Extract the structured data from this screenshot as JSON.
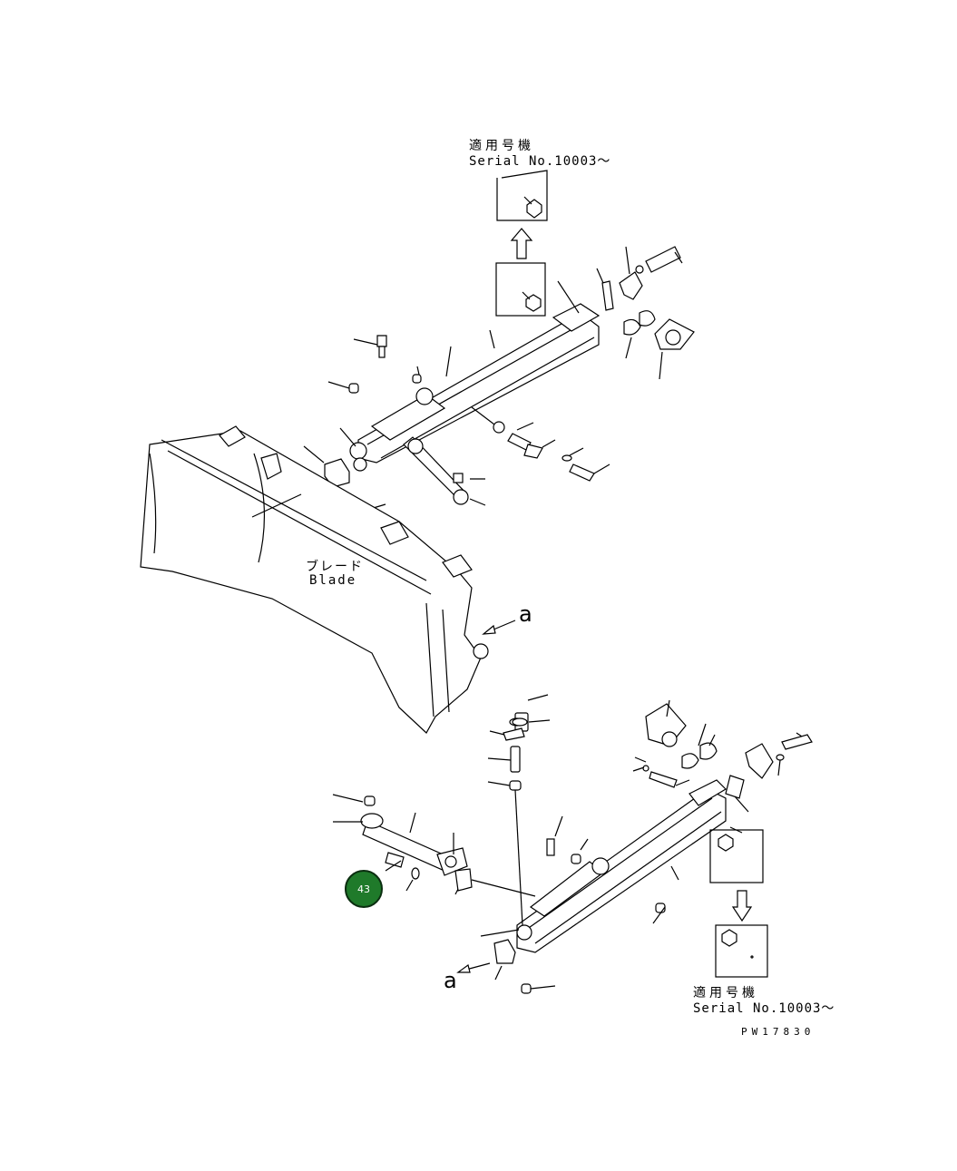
{
  "top_serial": {
    "jp": "適用号機",
    "en": "Serial No.10003～"
  },
  "bottom_serial": {
    "jp": "適用号機",
    "en": "Serial No.10003～"
  },
  "blade": {
    "jp": "ブレード",
    "en": "Blade"
  },
  "view_ref": {
    "top": "a",
    "bottom": "a"
  },
  "drawing_code": "PW17830",
  "callout": {
    "label": "43",
    "color": "#1f7a2a"
  }
}
